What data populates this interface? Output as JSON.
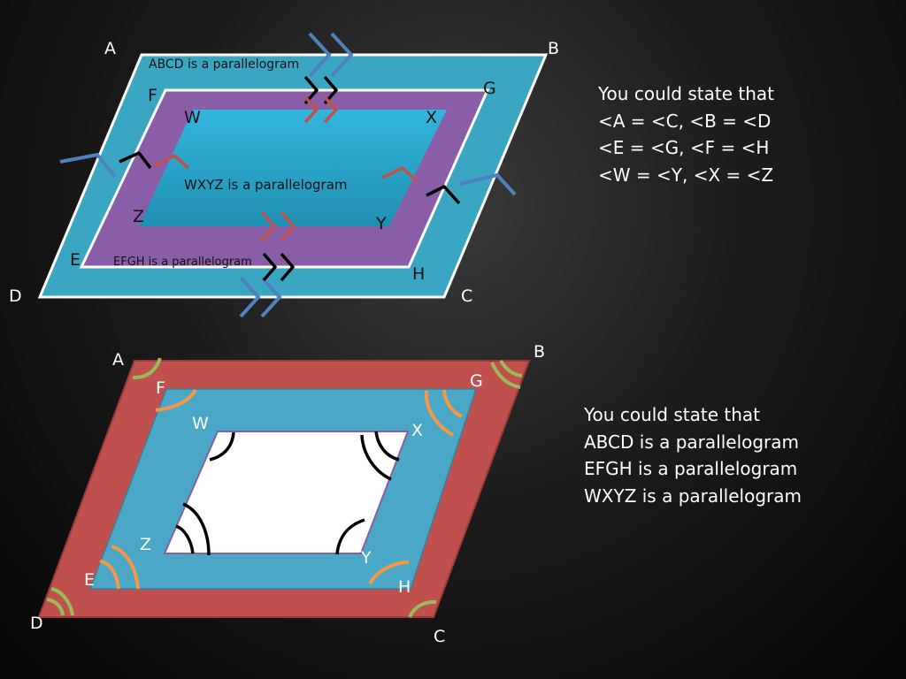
{
  "colors": {
    "top_outer_fill": "#3aa6c2",
    "top_middle_fill": "#8a5ea6",
    "top_inner_fill": "#2aa9cf",
    "bottom_outer_fill": "#c0504d",
    "bottom_middle_fill": "#4aa8c6",
    "bottom_inner_fill": "#ffffff",
    "arrow_blue": "#4f81bd",
    "arrow_red": "#c0504d",
    "arrow_black": "#000000",
    "arc_green": "#9bbb59",
    "arc_orange": "#f79646",
    "text_white": "#ffffff",
    "text_dark": "#111111"
  },
  "top_diagram": {
    "vertex_labels": {
      "A": "A",
      "B": "B",
      "C": "C",
      "D": "D",
      "E": "E",
      "F": "F",
      "G": "G",
      "H": "H",
      "W": "W",
      "X": "X",
      "Y": "Y",
      "Z": "Z"
    },
    "inner_labels": {
      "abcd": "ABCD is a parallelogram",
      "wxyz": "WXYZ is a parallelogram",
      "efgh": "EFGH is a parallelogram"
    }
  },
  "bottom_diagram": {
    "vertex_labels": {
      "A": "A",
      "B": "B",
      "C": "C",
      "D": "D",
      "E": "E",
      "F": "F",
      "G": "G",
      "H": "H",
      "W": "W",
      "X": "X",
      "Y": "Y",
      "Z": "Z"
    }
  },
  "notes": {
    "top": [
      "You could state that",
      "<A = <C, <B = <D",
      "<E = <G, <F = <H",
      "<W = <Y, <X = <Z"
    ],
    "bottom": [
      "You could state that",
      "ABCD is a parallelogram",
      "EFGH is a parallelogram",
      "WXYZ is a parallelogram"
    ]
  }
}
